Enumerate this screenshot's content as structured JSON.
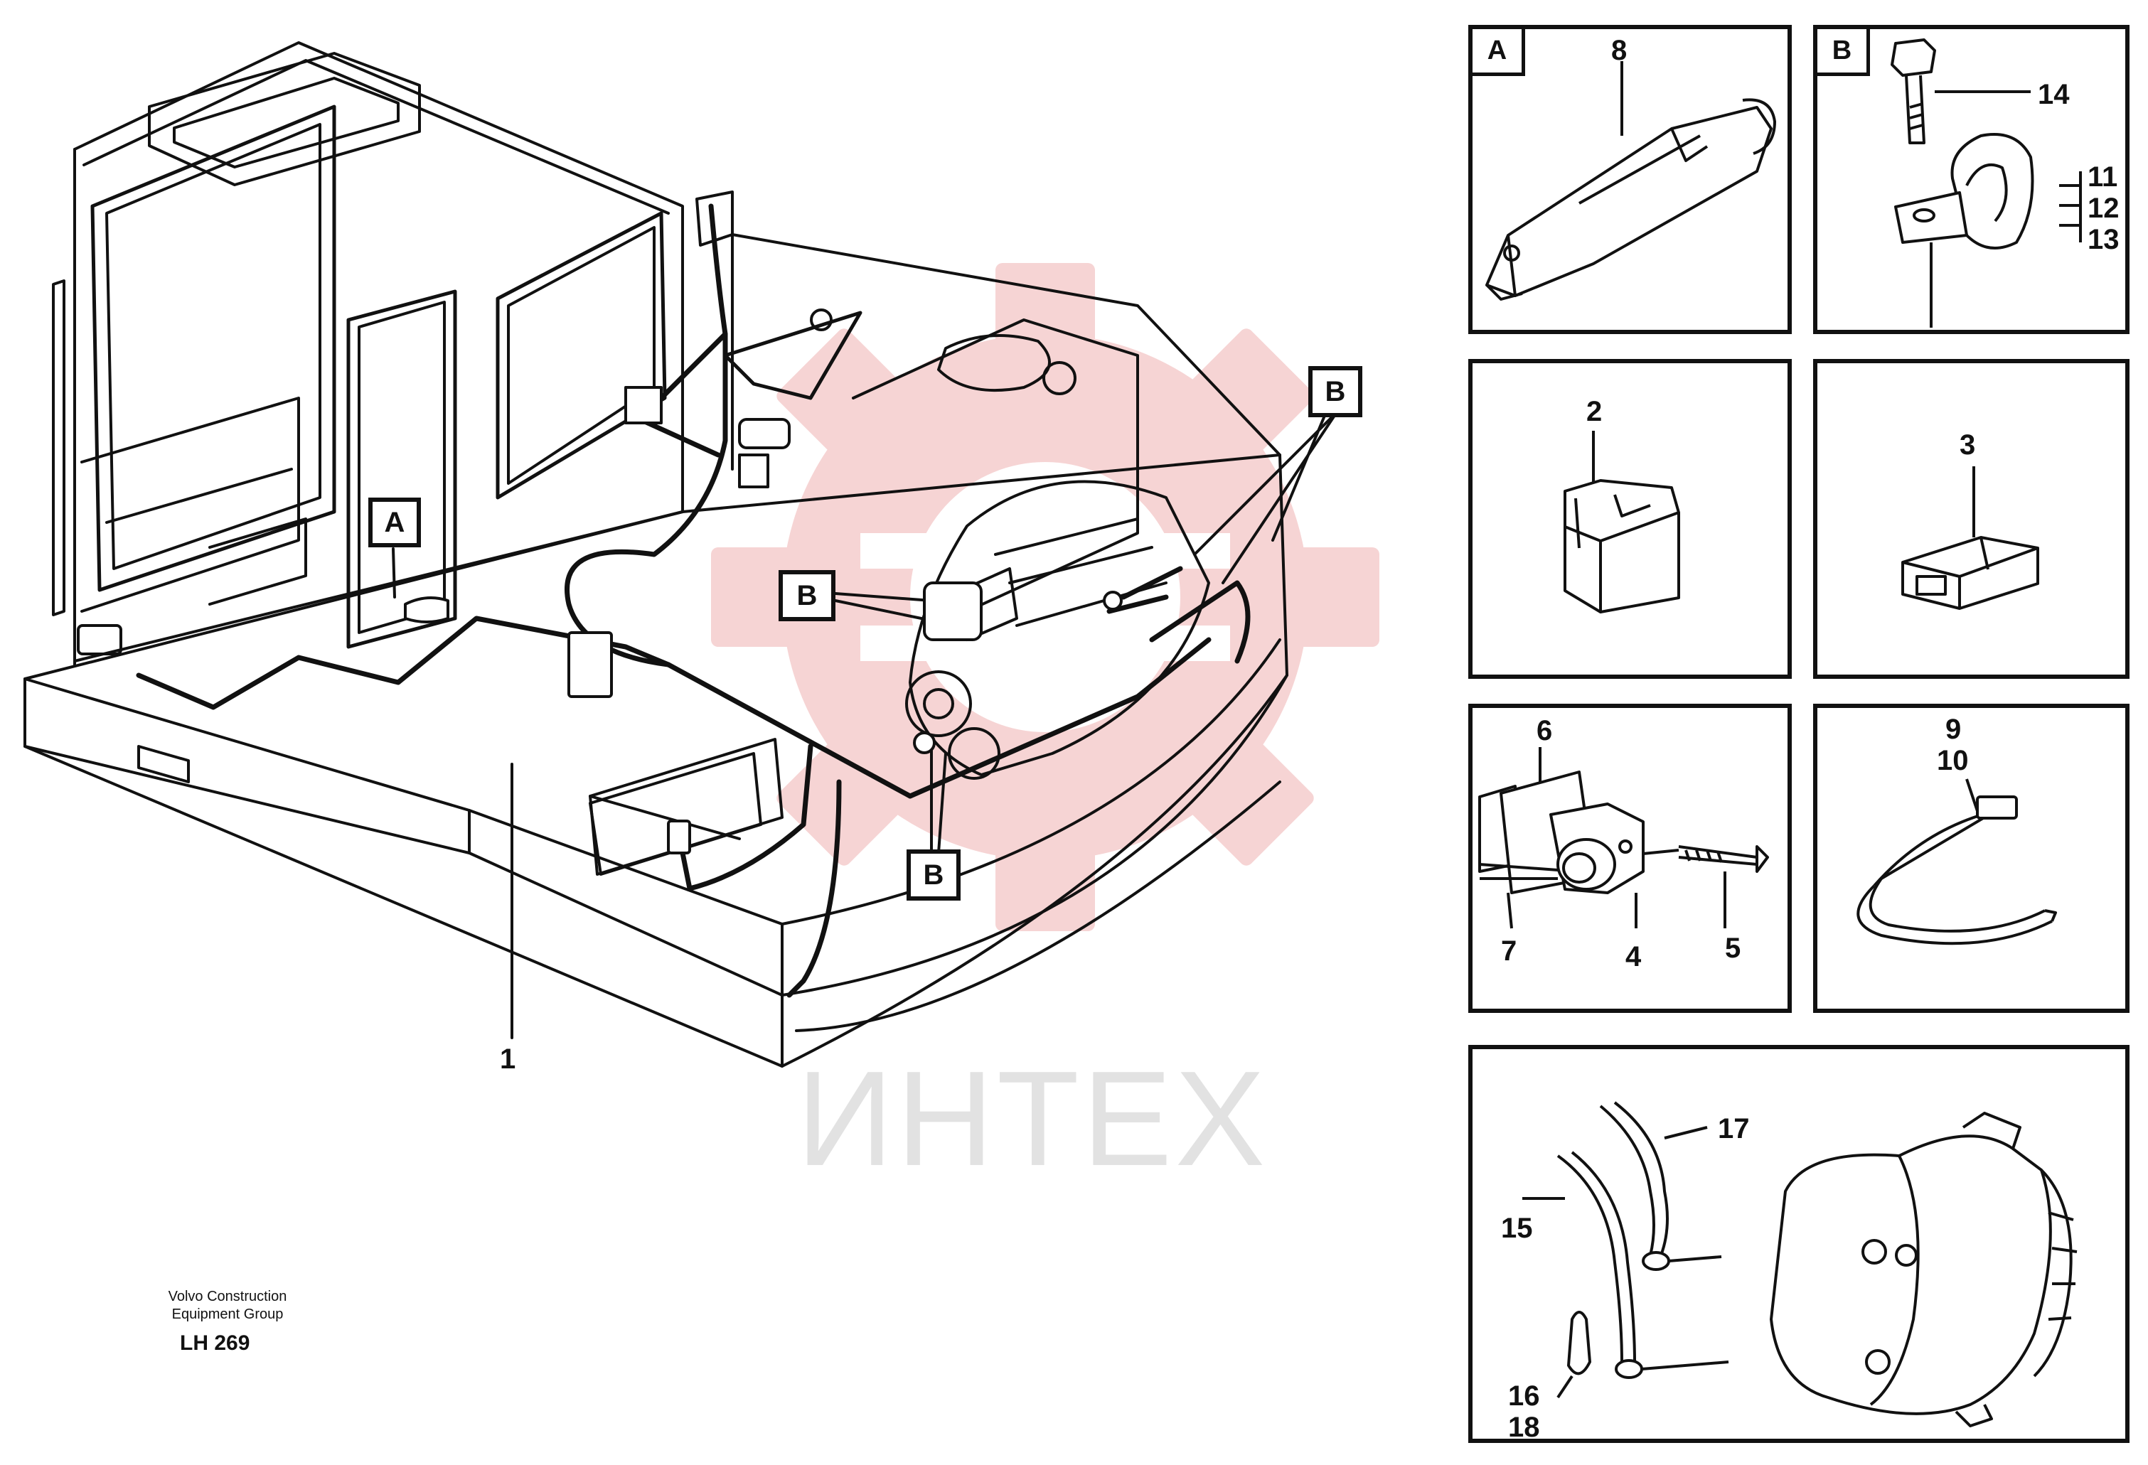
{
  "watermark": {
    "text": "ИНТЕХ",
    "gear_color": "#f6d4d4",
    "text_color": "#e2e2e2"
  },
  "main_view": {
    "callouts": [
      {
        "id": "main-tag-a",
        "text": "A"
      },
      {
        "id": "main-tag-b-1",
        "text": "B"
      },
      {
        "id": "main-tag-b-2",
        "text": "B"
      },
      {
        "id": "main-tag-b-3",
        "text": "B"
      }
    ],
    "part_number": "1"
  },
  "detail_panels": {
    "panel_a": {
      "tag": "A",
      "parts": [
        "8"
      ]
    },
    "panel_b": {
      "tag": "B",
      "parts": [
        "14",
        "11",
        "12",
        "13"
      ]
    },
    "panel_2": {
      "parts": [
        "2"
      ]
    },
    "panel_3": {
      "parts": [
        "3"
      ]
    },
    "panel_switch": {
      "parts": [
        "6",
        "7",
        "4",
        "5"
      ]
    },
    "panel_tie": {
      "parts": [
        "9",
        "10"
      ]
    },
    "panel_alternator": {
      "parts": [
        "17",
        "15",
        "16",
        "18"
      ]
    }
  },
  "footer": {
    "caption_line1": "Volvo Construction",
    "caption_line2": "Equipment Group",
    "doc_number": "LH 269"
  }
}
